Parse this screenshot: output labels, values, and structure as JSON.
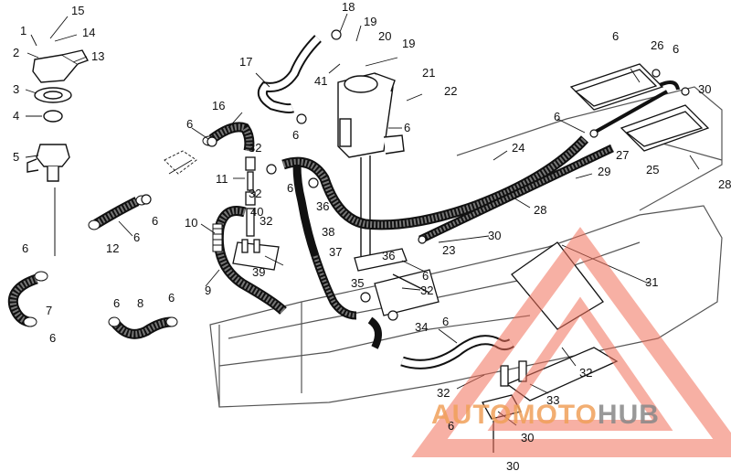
{
  "watermark": {
    "part1": "AUTO",
    "part2": "MOTO",
    "part3": "HUB",
    "color_primary": "#f0a05a",
    "color_secondary": "#888888"
  },
  "colors": {
    "line": "#111111",
    "hose_fill": "#777777",
    "frame": "#555555"
  },
  "callouts": [
    "15",
    "1",
    "14",
    "2",
    "13",
    "3",
    "4",
    "5",
    "6",
    "7",
    "6",
    "6",
    "8",
    "6",
    "6",
    "12",
    "6",
    "10",
    "9",
    "11",
    "32",
    "32",
    "40",
    "32",
    "39",
    "6",
    "16",
    "17",
    "6",
    "41",
    "18",
    "19",
    "20",
    "19",
    "21",
    "22",
    "6",
    "6",
    "36",
    "38",
    "37",
    "36",
    "6",
    "35",
    "32",
    "34",
    "6",
    "23",
    "24",
    "6",
    "27",
    "25",
    "6",
    "26",
    "6",
    "30",
    "28",
    "29",
    "28",
    "30",
    "31",
    "32",
    "32",
    "33",
    "30",
    "30",
    "6"
  ]
}
